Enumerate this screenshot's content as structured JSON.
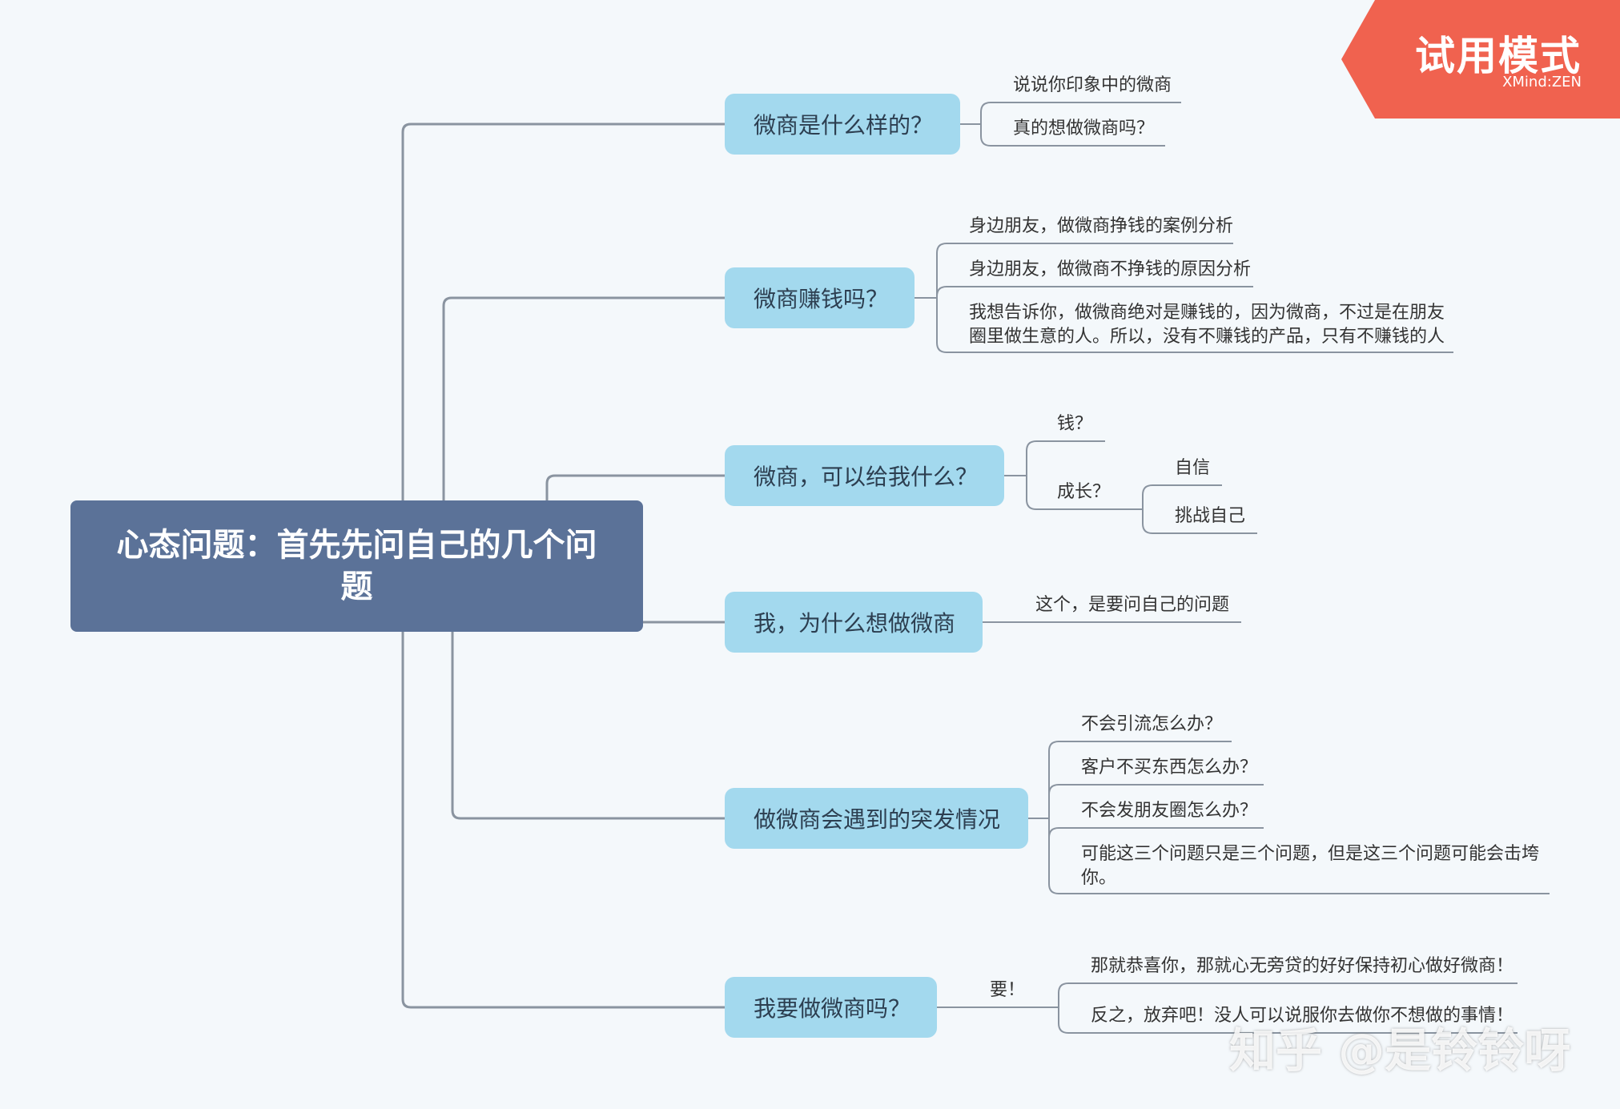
{
  "root": {
    "label": "心态问题：首先先问自己的几个问题"
  },
  "branches": [
    {
      "label": "微商是什么样的？",
      "leaves": [
        "说说你印象中的微商",
        "真的想做微商吗？"
      ]
    },
    {
      "label": "微商赚钱吗？",
      "leaves": [
        "身边朋友，做微商挣钱的案例分析",
        "身边朋友，做微商不挣钱的原因分析",
        "我想告诉你，做微商绝对是赚钱的，因为微商，不过是在朋友圈里做生意的人。所以，没有不赚钱的产品，只有不赚钱的人"
      ]
    },
    {
      "label": "微商，可以给我什么？",
      "leaves": [
        "钱？",
        "成长？"
      ],
      "subleaves": [
        "自信",
        "挑战自己"
      ]
    },
    {
      "label": "我，为什么想做微商",
      "leaves": [
        "这个，是要问自己的问题"
      ]
    },
    {
      "label": "做微商会遇到的突发情况",
      "leaves": [
        "不会引流怎么办？",
        "客户不买东西怎么办？",
        "不会发朋友圈怎么办？",
        "可能这三个问题只是三个问题，但是这三个问题可能会击垮你。"
      ]
    },
    {
      "label": "我要做微商吗？",
      "leaves": [
        "要！"
      ],
      "subleaves": [
        "那就恭喜你，那就心无旁贷的好好保持初心做好微商！",
        "反之，放弃吧！没人可以说服你去做你不想做的事情！"
      ]
    }
  ],
  "badge": {
    "title": "试用模式",
    "subtitle": "XMind:ZEN"
  },
  "watermark": "知乎 @是铃铃呀",
  "colors": {
    "root": "#5b7298",
    "branch": "#a3d9ee",
    "connector": "#8a94a0",
    "badge": "#f0624f",
    "background": "#f4f8fb"
  }
}
